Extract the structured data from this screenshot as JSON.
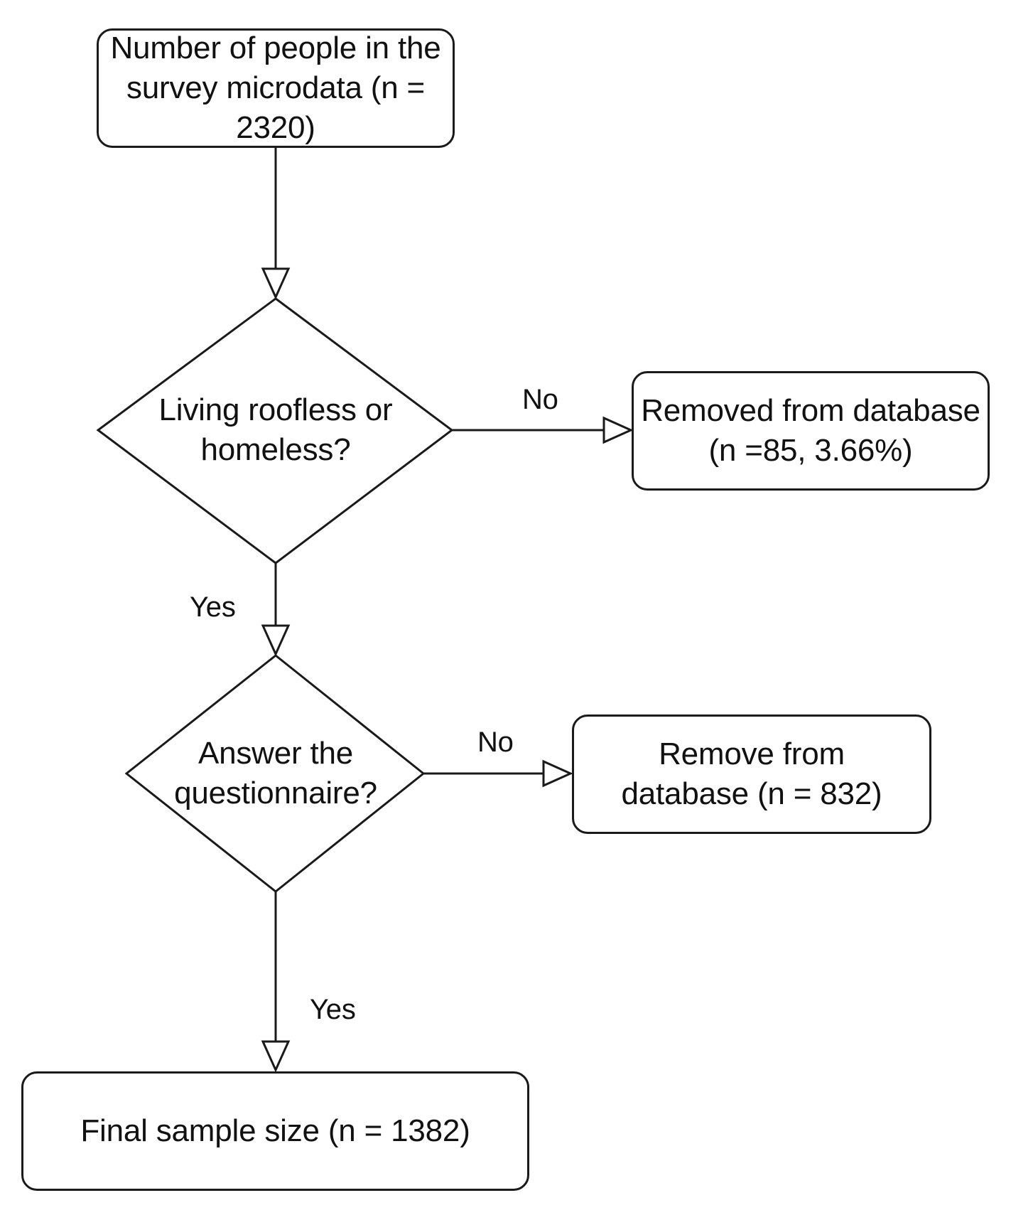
{
  "nodes": {
    "start": "Number of people in the survey microdata (n = 2320)",
    "decision1": "Living roofless or homeless?",
    "removed1": "Removed from database (n =85, 3.66%)",
    "decision2": "Answer the questionnaire?",
    "removed2": "Remove from database (n = 832)",
    "final": "Final sample size (n = 1382)"
  },
  "edges": {
    "d1_no": "No",
    "d1_yes": "Yes",
    "d2_no": "No",
    "d2_yes": "Yes"
  },
  "colors": {
    "stroke": "#1a1a1a",
    "arrowhead_fill": "#ffffff",
    "background": "#ffffff"
  }
}
